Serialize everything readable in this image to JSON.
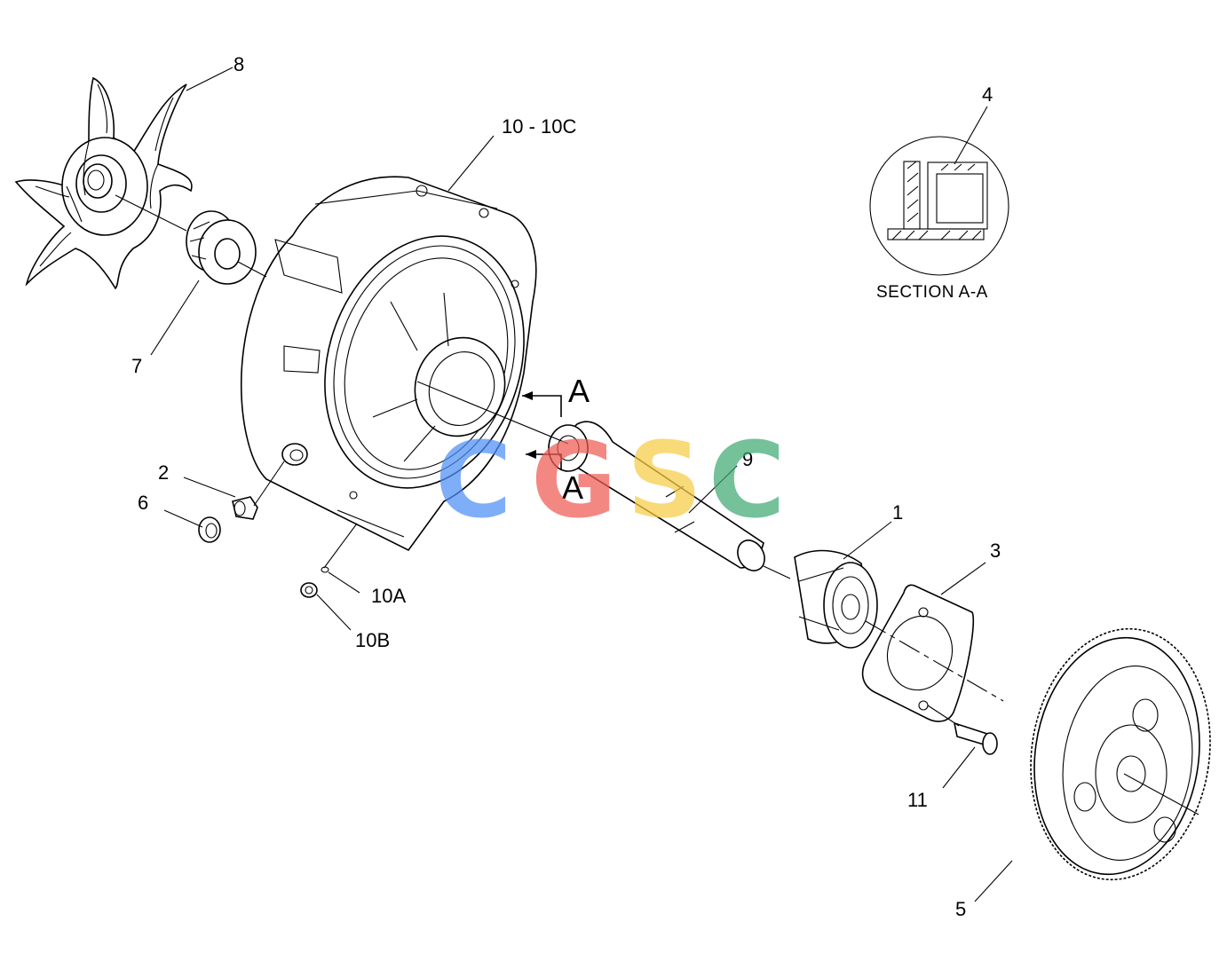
{
  "callouts": {
    "c1": "1",
    "c2": "2",
    "c3": "3",
    "c4": "4",
    "c5": "5",
    "c6": "6",
    "c7": "7",
    "c8": "8",
    "c9": "9",
    "c10": "10 - 10C",
    "c10a": "10A",
    "c10b": "10B",
    "c11": "11"
  },
  "section": {
    "marker_top": "A",
    "marker_bottom": "A",
    "title": "SECTION A-A"
  },
  "watermark": {
    "letters": [
      "C",
      "G",
      "S",
      "C"
    ],
    "colors": [
      "#4f8ff7",
      "#ef5b53",
      "#f8cd46",
      "#3faa74"
    ]
  }
}
